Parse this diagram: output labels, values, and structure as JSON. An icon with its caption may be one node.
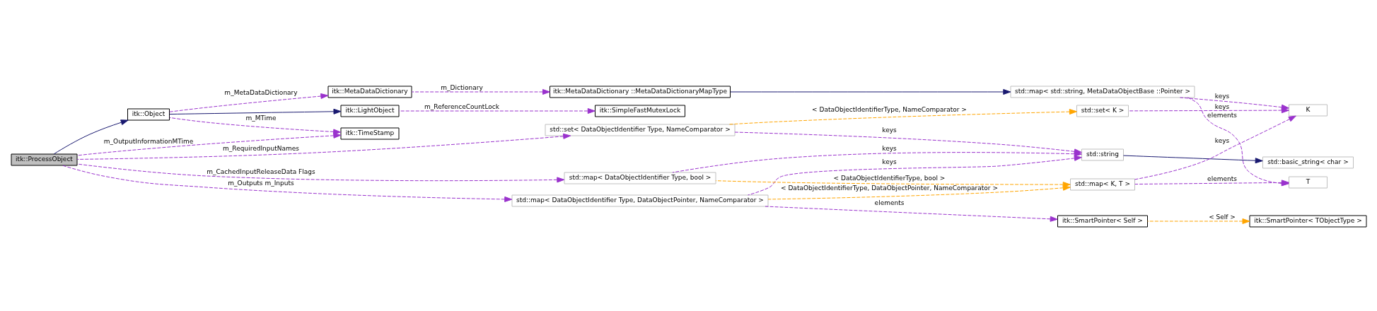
{
  "diagram": {
    "nodes": [
      {
        "text": [
          "itk::ProcessObject"
        ]
      },
      {
        "text": [
          "itk::Object"
        ]
      },
      {
        "text": [
          "itk::LightObject"
        ]
      },
      {
        "text": [
          "itk::MetaDataDictionary"
        ]
      },
      {
        "text": [
          "itk::MetaDataDictionary ::MetaDataDictionaryMapType"
        ]
      },
      {
        "text": [
          "std::map< std::string, MetaDataObjectBase ::Pointer >"
        ]
      },
      {
        "text": [
          "itk::SimpleFastMutexLock"
        ]
      },
      {
        "text": [
          "itk::TimeStamp"
        ]
      },
      {
        "text": [
          "std::set< DataObjectIdentifier Type, NameComparator >"
        ]
      },
      {
        "text": [
          "std::string"
        ]
      },
      {
        "text": [
          "std::basic_string< char >"
        ]
      },
      {
        "text": [
          "K"
        ]
      },
      {
        "text": [
          "std::set< K >"
        ]
      },
      {
        "text": [
          "T"
        ]
      },
      {
        "text": [
          "std::map< K, T >"
        ]
      },
      {
        "text": [
          "std::map< DataObjectIdentifier Type, bool >"
        ]
      },
      {
        "text": [
          "std::map< DataObjectIdentifier Type, DataObjectPointer, NameComparator >"
        ]
      },
      {
        "text": [
          "itk::SmartPointer< Self >"
        ]
      },
      {
        "text": [
          "itk::SmartPointer< TObjectType >"
        ]
      }
    ],
    "edges": [
      {
        "from": 0,
        "to": 1,
        "arrow": "to",
        "color": "#191970"
      },
      {
        "from": 1,
        "to": 2,
        "arrow": "to",
        "color": "#191970"
      },
      {
        "from": 1,
        "to": 3,
        "arrow": "to",
        "style": "dashed",
        "label": "m_MetaDataDictionary"
      },
      {
        "from": 3,
        "to": 4,
        "arrow": "to",
        "style": "dashed",
        "label": "m_Dictionary"
      },
      {
        "from": 4,
        "to": 5,
        "arrow": "to",
        "color": "#191970"
      },
      {
        "from": 5,
        "to": 11,
        "arrow": "to",
        "style": "dashed",
        "label": "keys"
      },
      {
        "from": 5,
        "to": 13,
        "arrow": "to",
        "style": "dashed",
        "label": "elements"
      },
      {
        "from": 2,
        "to": 6,
        "arrow": "to",
        "style": "dashed",
        "label": "m_ReferenceCountLock"
      },
      {
        "from": 1,
        "to": 7,
        "arrow": "to",
        "style": "dashed",
        "label": "m_MTime"
      },
      {
        "from": 0,
        "to": 7,
        "arrow": "to",
        "style": "dashed",
        "label": "m_OutputInformationMTime"
      },
      {
        "from": 0,
        "to": 8,
        "arrow": "to",
        "style": "dashed",
        "label": "m_RequiredInputNames"
      },
      {
        "from": 8,
        "to": 12,
        "arrow": "to",
        "style": "dashed",
        "color": "#ffa500",
        "label": "< DataObjectIdentifierType, NameComparator >"
      },
      {
        "from": 12,
        "to": 11,
        "arrow": "to",
        "style": "dashed",
        "label": "keys"
      },
      {
        "from": 8,
        "to": 9,
        "arrow": "to",
        "style": "dashed",
        "label": "keys"
      },
      {
        "from": 9,
        "to": 10,
        "arrow": "to",
        "color": "#191970"
      },
      {
        "from": 14,
        "to": 11,
        "arrow": "to",
        "style": "dashed",
        "label": "keys"
      },
      {
        "from": 14,
        "to": 13,
        "arrow": "to",
        "style": "dashed",
        "label": "elements"
      },
      {
        "from": 15,
        "to": 9,
        "arrow": "to",
        "style": "dashed",
        "label": "keys"
      },
      {
        "from": 15,
        "to": 14,
        "arrow": "to",
        "style": "dashed",
        "color": "#ffa500",
        "label": "< DataObjectIdentifierType, bool >"
      },
      {
        "from": 16,
        "to": 9,
        "arrow": "to",
        "style": "dashed",
        "label": "keys"
      },
      {
        "from": 16,
        "to": 14,
        "arrow": "to",
        "style": "dashed",
        "color": "#ffa500",
        "label": "< DataObjectIdentifierType, DataObjectPointer, NameComparator >"
      },
      {
        "from": 16,
        "to": 17,
        "arrow": "to",
        "style": "dashed",
        "label": "elements"
      },
      {
        "from": 17,
        "to": 18,
        "arrow": "to",
        "style": "dashed",
        "color": "#ffa500",
        "label": "< Self >"
      },
      {
        "from": 0,
        "to": 15,
        "arrow": "to",
        "style": "dashed",
        "label": "m_CachedInputReleaseData Flags"
      },
      {
        "from": 0,
        "to": 16,
        "arrow": "to",
        "style": "dashed",
        "label": "m_Outputs m_Inputs"
      }
    ]
  }
}
